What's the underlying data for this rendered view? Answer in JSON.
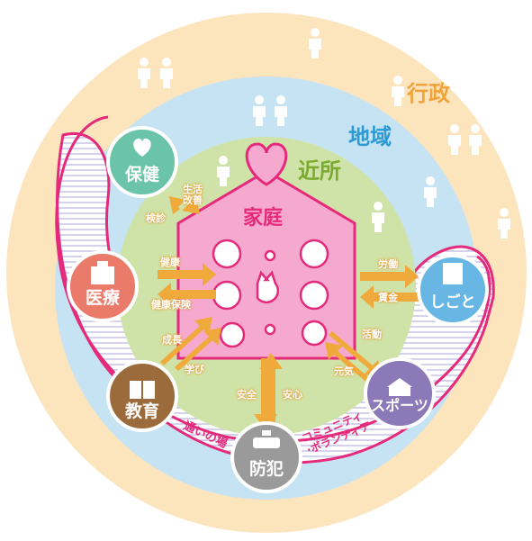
{
  "rings": {
    "gyosei": "行政",
    "chiiki": "地域",
    "kinjo": "近所",
    "katei": "家庭"
  },
  "nodes": {
    "hoken": "保健",
    "iryo": "医療",
    "kyoiku": "教育",
    "bohan": "防犯",
    "sports": "スポーツ",
    "shigoto": "しごと"
  },
  "arrows": {
    "seikatsu_kaizen": "生活\n改善",
    "kenshin": "検診",
    "kenko": "健康",
    "kenko_hoken": "健康保険",
    "seicho": "成長",
    "manabi": "学び",
    "anzen": "安全",
    "anshin": "安心",
    "genki": "元気",
    "katsudo": "活動",
    "rodo": "労働",
    "chingin": "賃金"
  },
  "band_labels": {
    "kayoi_no_ba": "通いの場",
    "community_volunteer": "コミュニティ\n·ボランティア"
  },
  "colors": {
    "outer_ring": "#fce5bd",
    "region_ring": "#c6e3f3",
    "neighbor_ring": "#cfe3a8",
    "house": "#f6a9cf",
    "magenta": "#e5297b",
    "arrow": "#f0a93b",
    "hoken": "#6cc4a8",
    "iryo": "#ea7a6a",
    "kyoiku": "#9b6b3c",
    "bohan": "#9a9a9a",
    "sports": "#8c79b7",
    "shigoto": "#68b6e3",
    "gyosei_text": "#f0a23b",
    "chiiki_text": "#2c9ad4",
    "kinjo_text": "#7aab2f"
  }
}
